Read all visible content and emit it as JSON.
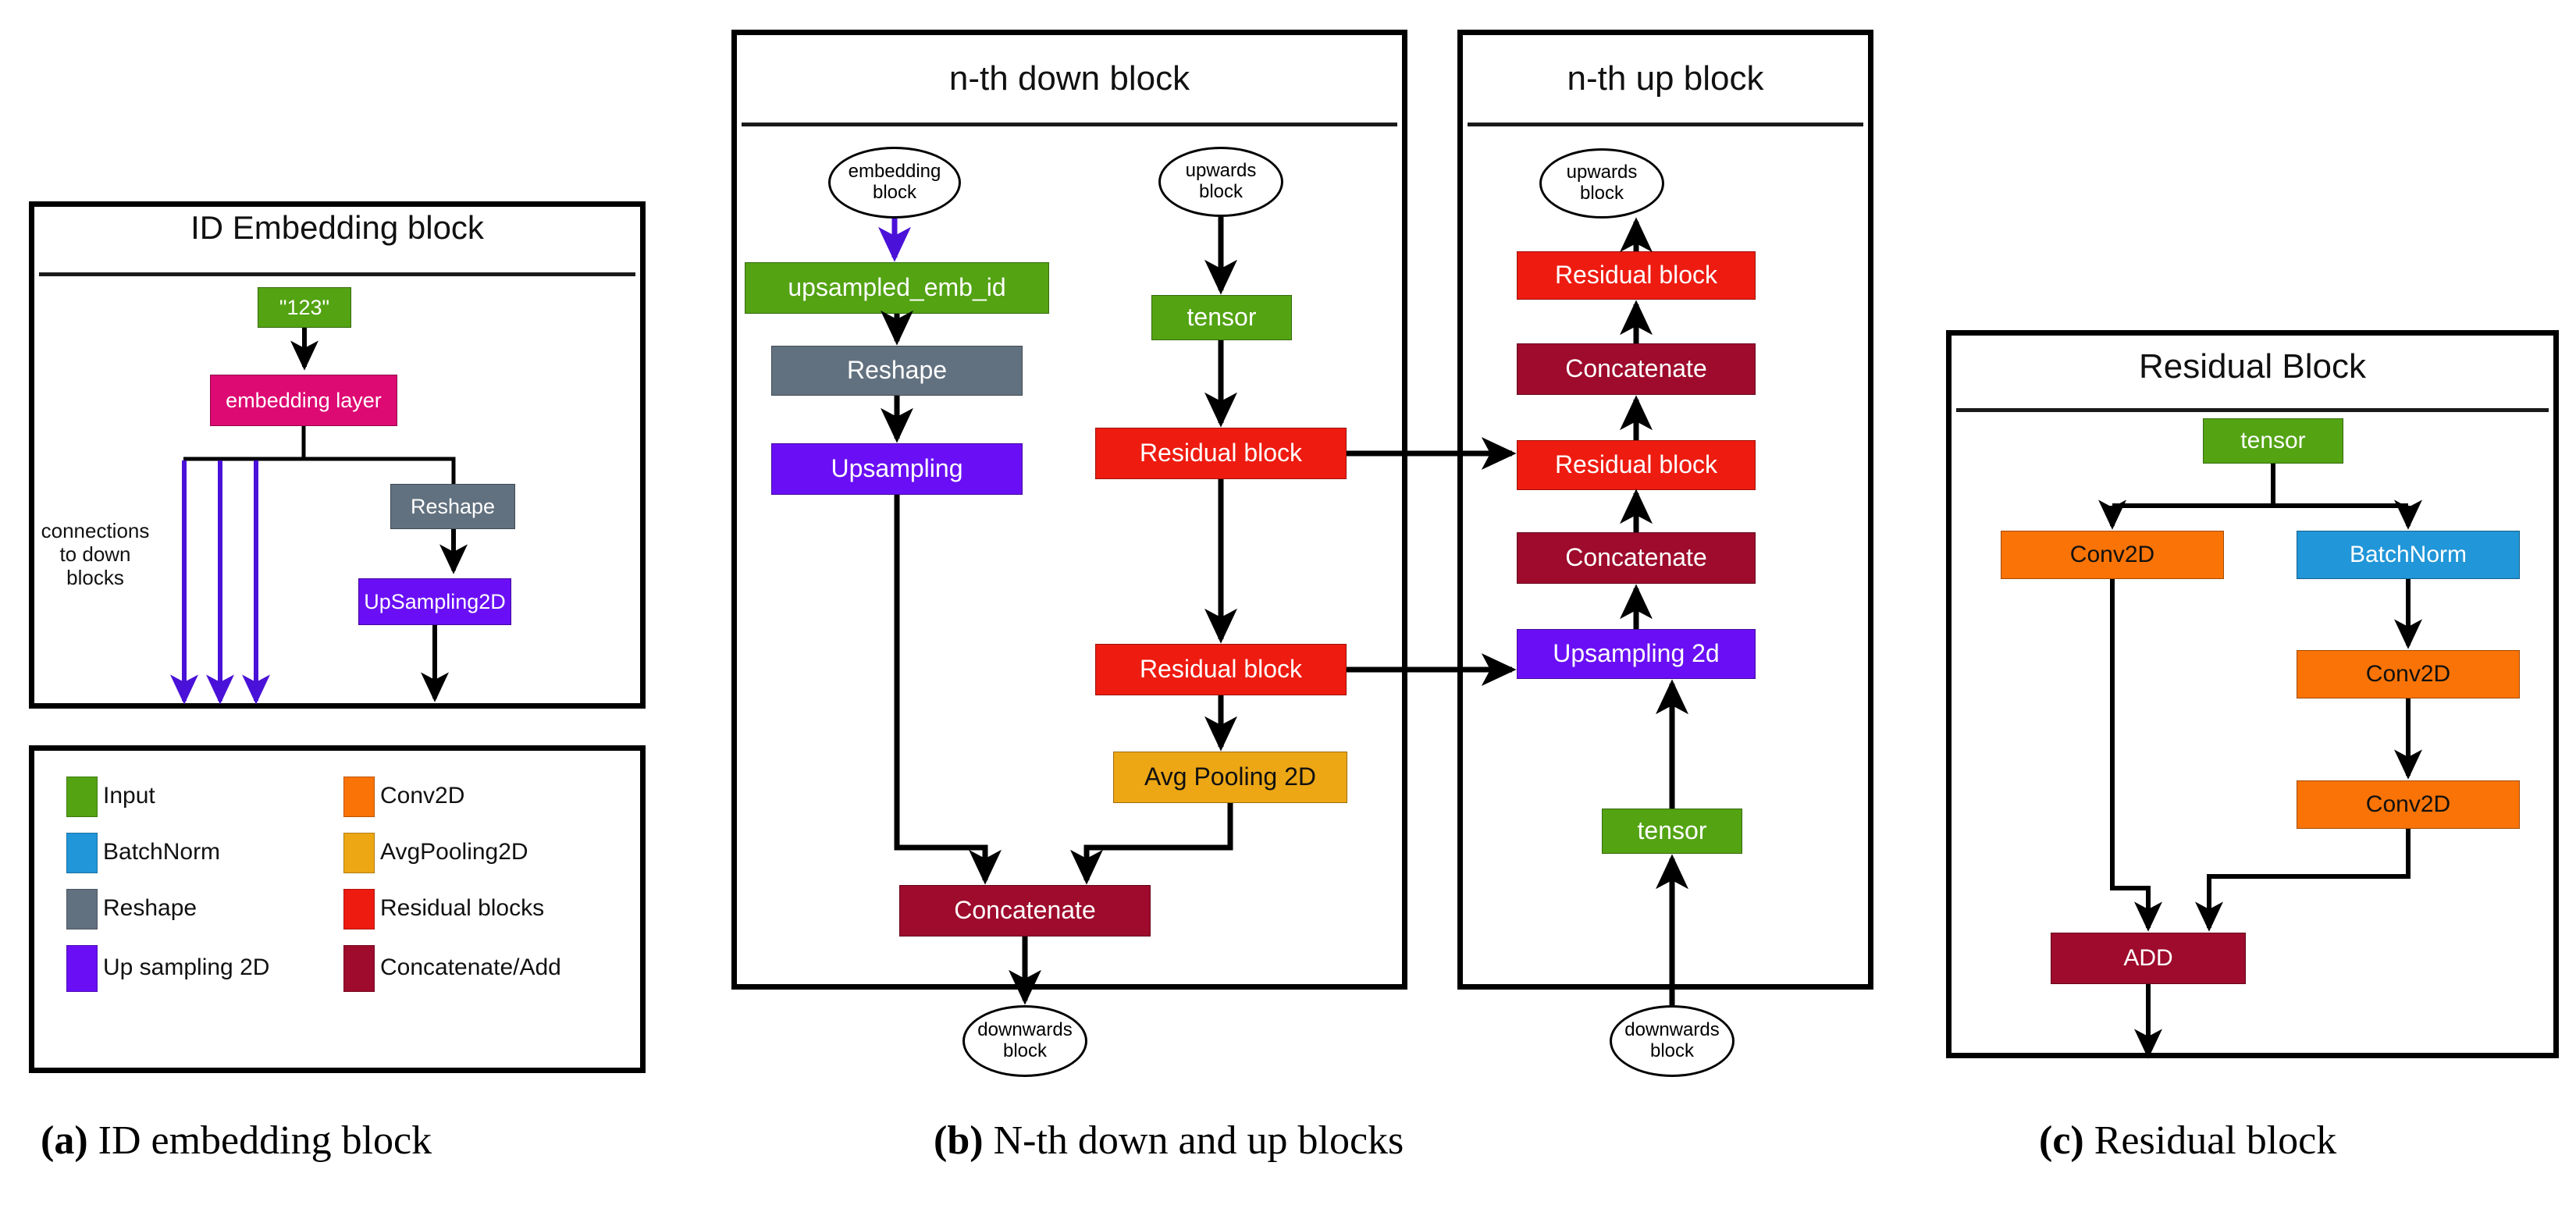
{
  "figure": {
    "palette": {
      "input_green": "#53a313",
      "batchnorm_blue": "#2196d8",
      "reshape_gray": "#62717f",
      "upsampling_purple": "#6a0ff5",
      "conv2d_orange": "#f97306",
      "avgpool_amber": "#eda715",
      "residual_red": "#ee1b10",
      "concat_darkred": "#9e0b2c",
      "embedding_pink": "#dd0a73",
      "wire_black": "#000000",
      "wire_purple": "#4a11d8",
      "panel_border": "#000000"
    },
    "captions": [
      {
        "letter": "a",
        "text": " ID embedding block"
      },
      {
        "letter": "b",
        "text": " N-th down and up blocks"
      },
      {
        "letter": "c",
        "text": " Residual block"
      }
    ]
  },
  "id_embedding_panel": {
    "title": "ID Embedding block",
    "nodes": {
      "input": "\"123\"",
      "embedding_layer": "embedding layer",
      "reshape": "Reshape",
      "upsampling2d": "UpSampling2D"
    },
    "annotation": "connections\nto down\nblocks"
  },
  "legend_panel": {
    "items": [
      {
        "label": "Input",
        "color": "#53a313"
      },
      {
        "label": "BatchNorm",
        "color": "#2196d8"
      },
      {
        "label": "Reshape",
        "color": "#62717f"
      },
      {
        "label": "Up sampling 2D",
        "color": "#6a0ff5"
      },
      {
        "label": "Conv2D",
        "color": "#f97306"
      },
      {
        "label": "AvgPooling2D",
        "color": "#eda715"
      },
      {
        "label": "Residual blocks",
        "color": "#ee1b10"
      },
      {
        "label": "Concatenate/Add",
        "color": "#9e0b2c"
      }
    ]
  },
  "down_block_panel": {
    "title": "n-th down block",
    "io": {
      "in_embedding": "embedding\nblock",
      "in_upwards": "upwards\nblock",
      "out_downwards": "downwards\nblock"
    },
    "nodes": {
      "upsampled_emb_id": "upsampled_emb_id",
      "reshape": "Reshape",
      "upsampling": "Upsampling",
      "tensor": "tensor",
      "residual_block_1": "Residual block",
      "residual_block_2": "Residual block",
      "avg_pooling_2d": "Avg Pooling 2D",
      "concatenate": "Concatenate"
    }
  },
  "up_block_panel": {
    "title": "n-th up block",
    "io": {
      "out_upwards": "upwards\nblock",
      "in_downwards": "downwards\nblock"
    },
    "nodes": {
      "residual_block_top": "Residual block",
      "concatenate_top": "Concatenate",
      "residual_block_mid": "Residual block",
      "concatenate_bottom": "Concatenate",
      "upsampling_2d": "Upsampling 2d",
      "tensor": "tensor"
    }
  },
  "residual_block_panel": {
    "title": "Residual Block",
    "nodes": {
      "tensor": "tensor",
      "conv2d_skip": "Conv2D",
      "batchnorm": "BatchNorm",
      "conv2d_1": "Conv2D",
      "conv2d_2": "Conv2D",
      "add": "ADD"
    }
  }
}
